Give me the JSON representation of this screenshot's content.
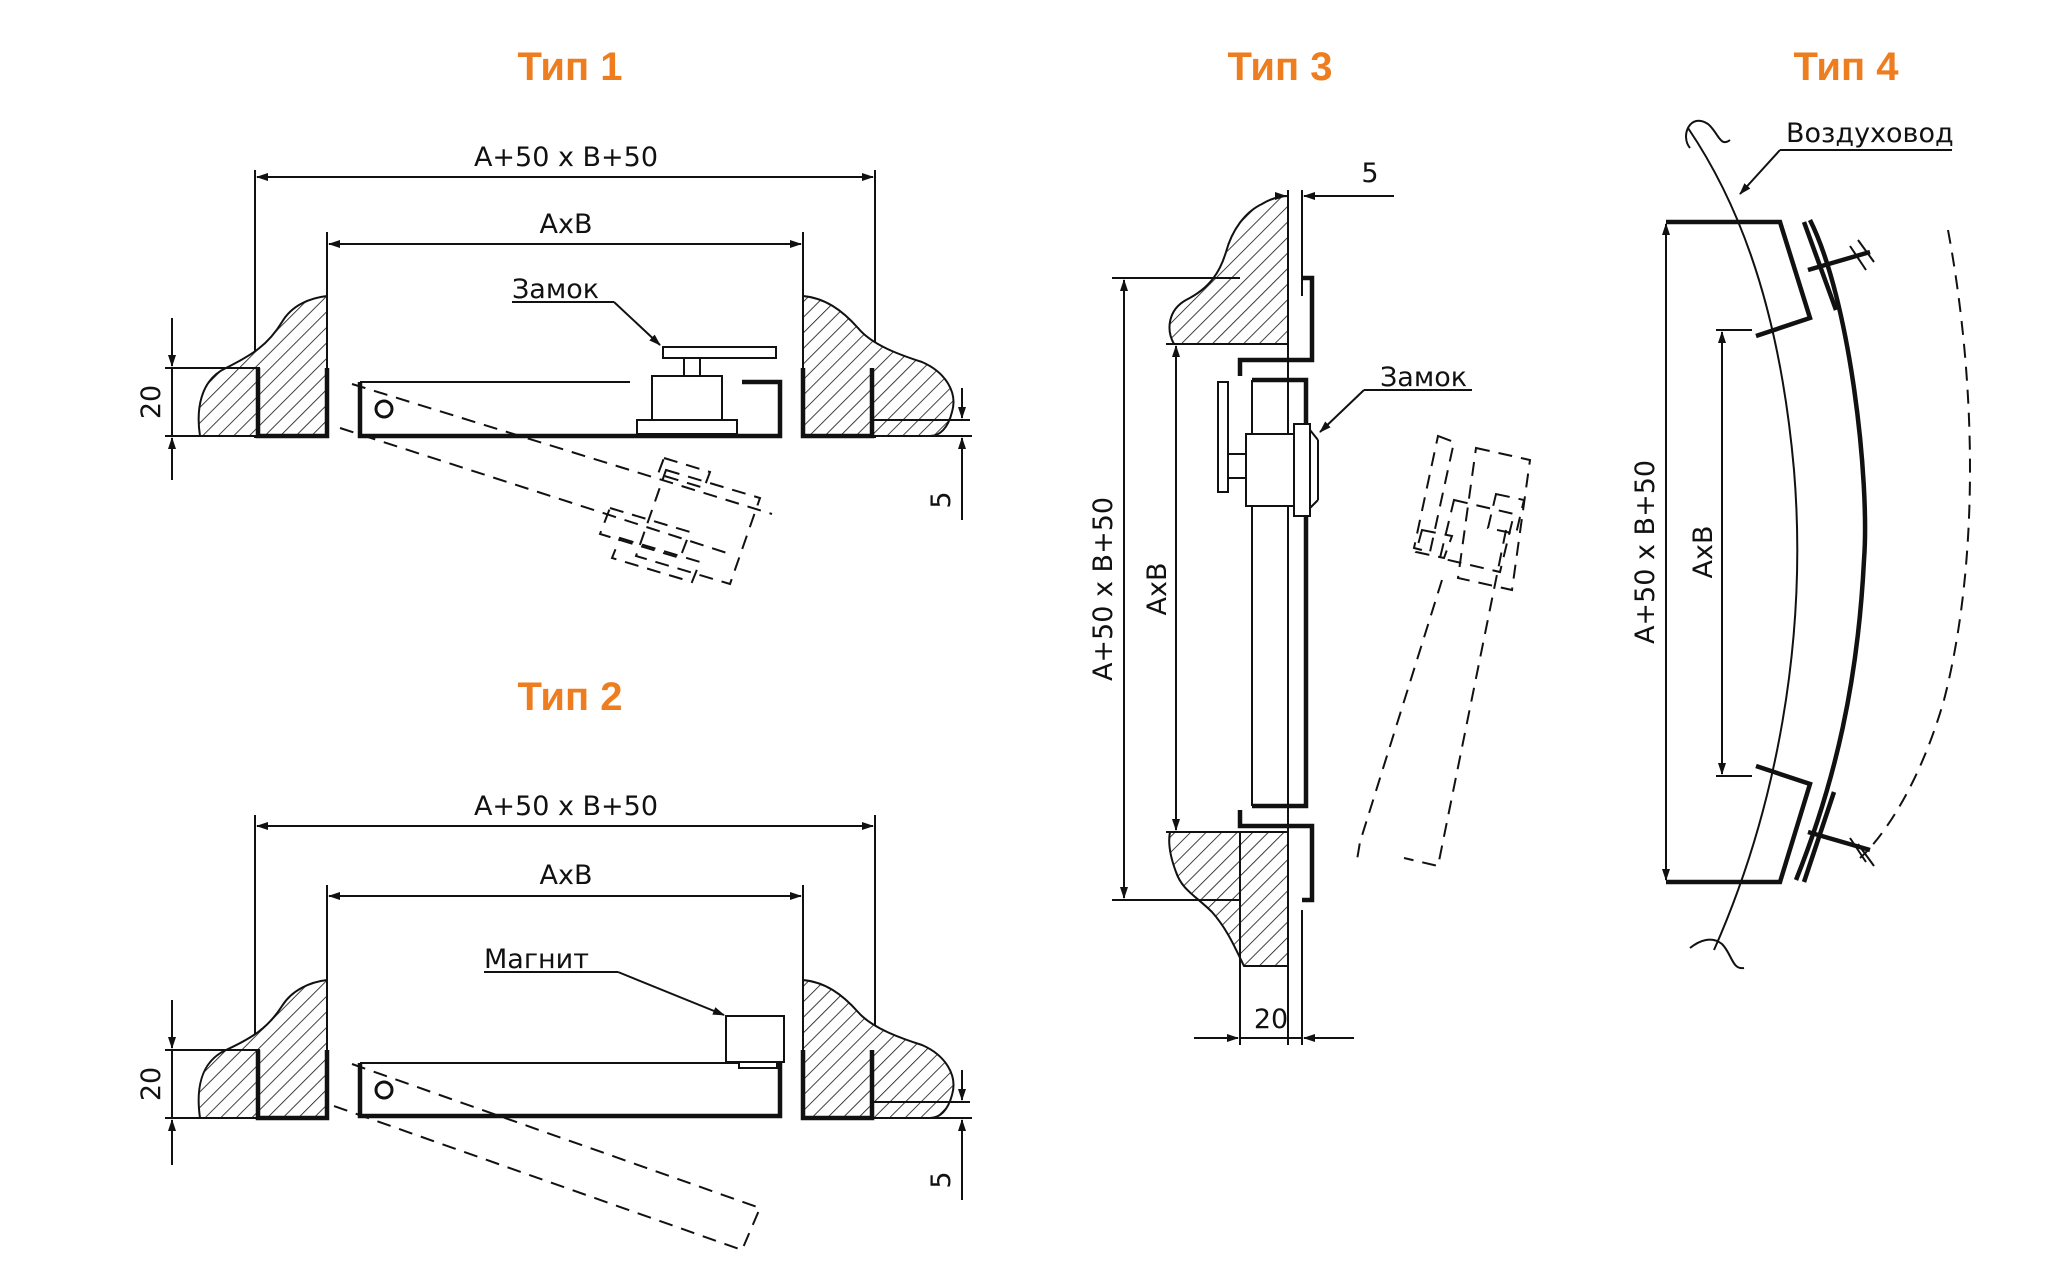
{
  "titles": {
    "type1": "Тип 1",
    "type2": "Тип 2",
    "type3": "Тип 3",
    "type4": "Тип 4"
  },
  "labels": {
    "outer_dim": "A+50 x B+50",
    "inner_dim": "AxB",
    "lock": "Замок",
    "magnet": "Магнит",
    "duct": "Воздуховод",
    "dim_20": "20",
    "dim_5": "5"
  },
  "colors": {
    "title_orange": "#ee7d1f",
    "line": "#111111",
    "background": "#ffffff"
  }
}
